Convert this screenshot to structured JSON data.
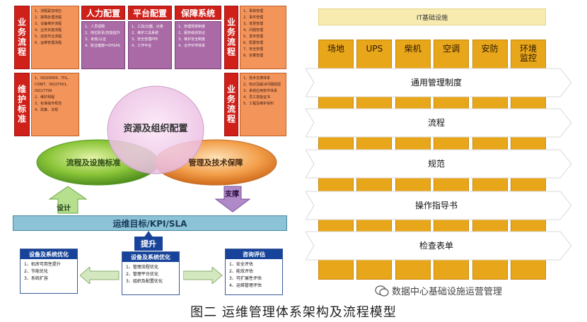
{
  "left": {
    "business_process_label": "业务流程",
    "maintenance_standard_label": "维护标准",
    "business_process_right_label": "业务流程",
    "business_process_right2_label": "业务流程",
    "column_headers": [
      "人力配置",
      "平台配置",
      "保障系统"
    ],
    "process_items": [
      "1、流程紧急响应",
      "2、故障处理流程",
      "3、设备维护流程",
      "4、业务实施流程",
      "5、巡检作业流程",
      "6、运维管理流程"
    ],
    "hr_items": [
      "1、人员招聘",
      "2、岗位职责/技能提升",
      "3、考核/认证",
      "4、职业健康=OHSAS"
    ],
    "platform_items": [
      "1、工具/仪器、仪表",
      "2、维护工具系统",
      "3、安全管理PPE",
      "4、工作平台"
    ],
    "support_items": [
      "1、管理规章制度",
      "2、服务级别协议",
      "3、维护安全制度",
      "4、合作伙伴体系"
    ],
    "right_process_items": [
      "1、事故管理",
      "2、事件管理",
      "3、变更管理",
      "4、问题管理",
      "5、发布管理",
      "6、配置管理",
      "7、安全管理",
      "8、容量管理"
    ],
    "standard_items": [
      "1、ISO20000、ITIL、",
      "COBIT、ISO27001、",
      "ISO17799",
      "2、维护规程",
      "3、标准操作规范",
      "4、政策、法规"
    ],
    "right_tech_items": [
      "1、技术支撑体系",
      "2、知识及解决问题经验",
      "3、系统应用软件体系",
      "4、员工技能证书",
      "5、工程及维护资料"
    ],
    "venn_top": "资源及组织配置",
    "venn_left": "流程及设施标准",
    "venn_right": "管理及技术保障",
    "design_label": "设计",
    "support_label": "支撑",
    "target_label": "运维目标/KPI/SLA",
    "improve_label": "提升",
    "bottom_boxes": [
      {
        "title": "设备及系统优化",
        "items": [
          "1、机房可用性提升",
          "2、节能优化",
          "3、系统扩容"
        ]
      },
      {
        "title": "设备及系统优化",
        "items": [
          "1、管理流程优化",
          "2、管理平台优化",
          "3、组织及配置优化"
        ]
      },
      {
        "title": "咨询评估",
        "items": [
          "1、安全评估",
          "2、能效评估",
          "3、可扩展性评估",
          "4、运维管理评估"
        ]
      }
    ]
  },
  "right": {
    "header": "IT基础设施",
    "pillars": [
      "场地",
      "UPS",
      "柴机",
      "空调",
      "安防",
      "环境\n监控"
    ],
    "bands": [
      "通用管理制度",
      "流程",
      "规范",
      "操作指导书",
      "检查表单"
    ],
    "colors": {
      "pillar": "#e8a61a",
      "header": "#f7ebb0"
    }
  },
  "caption": "图二    运维管理体系架构及流程模型",
  "watermark": "数据中心基础设施运营管理",
  "watermark_icon": "wechat-icon"
}
